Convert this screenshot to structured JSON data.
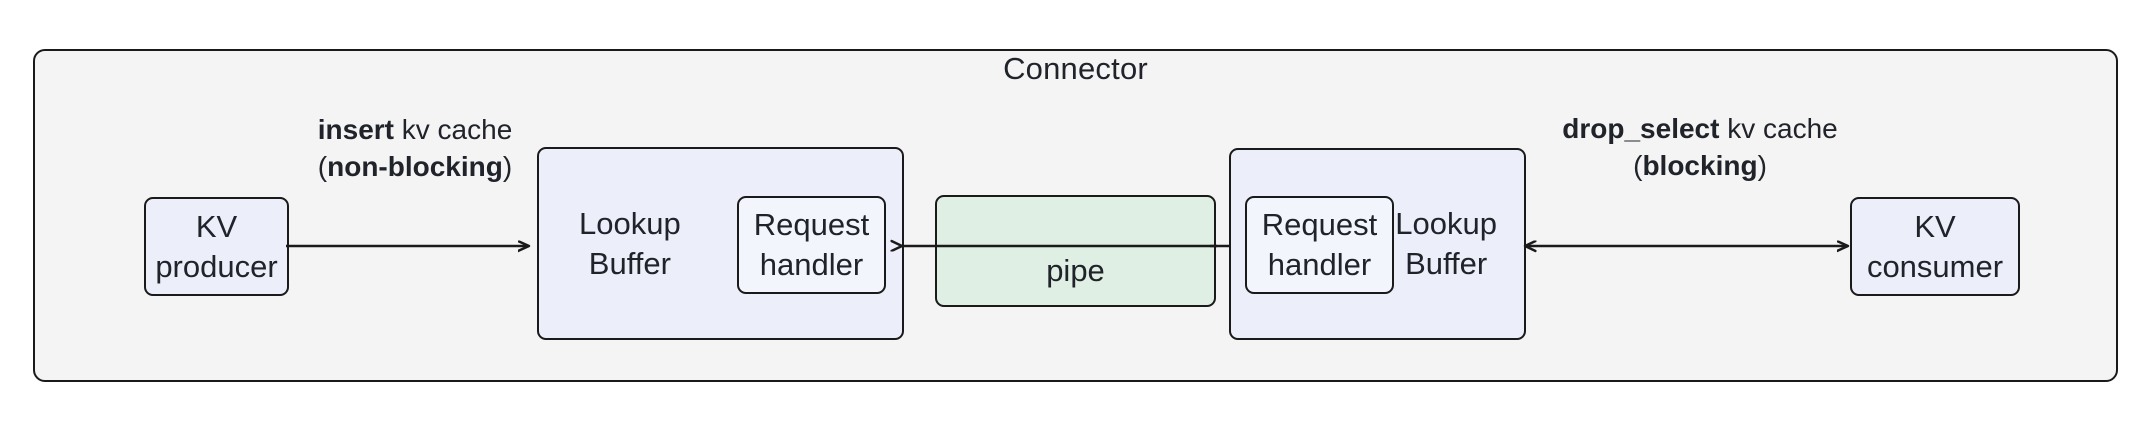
{
  "diagram": {
    "type": "block-diagram",
    "container": {
      "title": "Connector",
      "fill": "#f4f4f4",
      "stroke": "#1a1a1a"
    },
    "colors": {
      "node_fill": "#eceff9",
      "pipe_fill": "#e0efe3",
      "stroke": "#1a1a1a",
      "text": "#20232a",
      "background": "#ffffff"
    },
    "nodes": {
      "kv_producer": {
        "line1": "KV",
        "line2": "producer"
      },
      "lookup_buffer_left": {
        "line1": "Lookup",
        "line2": "Buffer"
      },
      "request_handler_left": {
        "line1": "Request",
        "line2": "handler"
      },
      "pipe": {
        "label": "pipe"
      },
      "request_handler_right": {
        "line1": "Request",
        "line2": "handler"
      },
      "lookup_buffer_right": {
        "line1": "Lookup",
        "line2": "Buffer"
      },
      "kv_consumer": {
        "line1": "KV",
        "line2": "consumer"
      }
    },
    "edges": {
      "insert": {
        "line1_bold": "insert",
        "line1_rest": " kv cache",
        "line2_open": "(",
        "line2_bold": "non-blocking",
        "line2_close": ")",
        "direction": "right"
      },
      "drop_select": {
        "line1_bold": "drop_select",
        "line1_rest": " kv cache",
        "line2_open": "(",
        "line2_bold": "blocking",
        "line2_close": ")",
        "direction": "both"
      },
      "pipe_left": {
        "direction": "left"
      },
      "pipe_right": {
        "direction": "right"
      }
    }
  }
}
